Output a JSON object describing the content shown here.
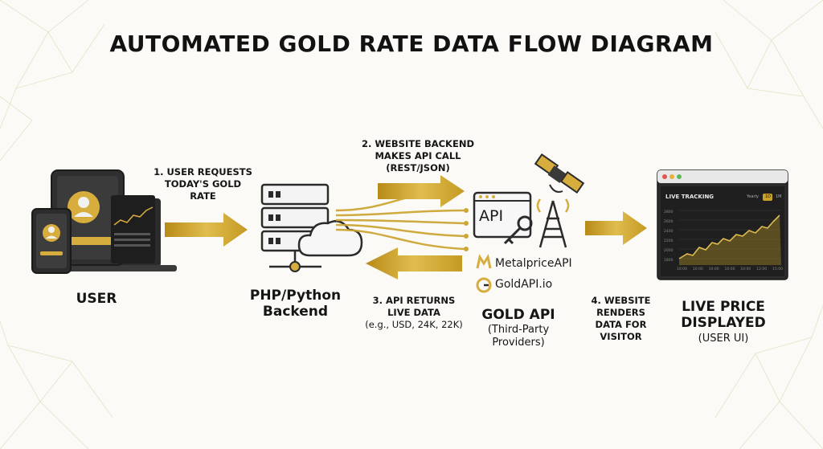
{
  "title": "AUTOMATED GOLD RATE DATA FLOW DIAGRAM",
  "nodes": {
    "user": {
      "label": "USER"
    },
    "backend": {
      "label_line1": "PHP/Python",
      "label_line2": "Backend"
    },
    "api": {
      "label": "GOLD API",
      "sub_line1": "(Third-Party",
      "sub_line2": "Providers)",
      "api_text": "API",
      "providers": [
        "MetalpriceAPI",
        "GoldAPI.io"
      ]
    },
    "display": {
      "label_line1": "LIVE PRICE",
      "label_line2": "DISPLAYED",
      "sub": "(USER UI)"
    }
  },
  "steps": {
    "s1": [
      "1. USER REQUESTS",
      "TODAY'S GOLD",
      "RATE"
    ],
    "s2": [
      "2. WEBSITE BACKEND",
      "MAKES API CALL",
      "(REST/JSON)"
    ],
    "s3": [
      "3. API RETURNS",
      "LIVE DATA"
    ],
    "s3_sub": "(e.g., USD, 24K, 22K)",
    "s4": [
      "4. WEBSITE",
      "RENDERS",
      "DATA FOR",
      "VISITOR"
    ]
  },
  "monitor": {
    "title": "LIVE TRACKING",
    "tabs": [
      "Yearly",
      "1D",
      "1M"
    ],
    "y_ticks": [
      "2800",
      "2600",
      "2400",
      "2200",
      "2000",
      "1800"
    ],
    "x_ticks": [
      "10:00",
      "10:00",
      "10:00",
      "10:00",
      "10:00",
      "12:00",
      "15:00"
    ]
  },
  "colors": {
    "gold": "#c9a227",
    "gold_dark": "#a8801a",
    "dark": "#2a2a2a",
    "accent_bg": "#fbfaf7"
  }
}
